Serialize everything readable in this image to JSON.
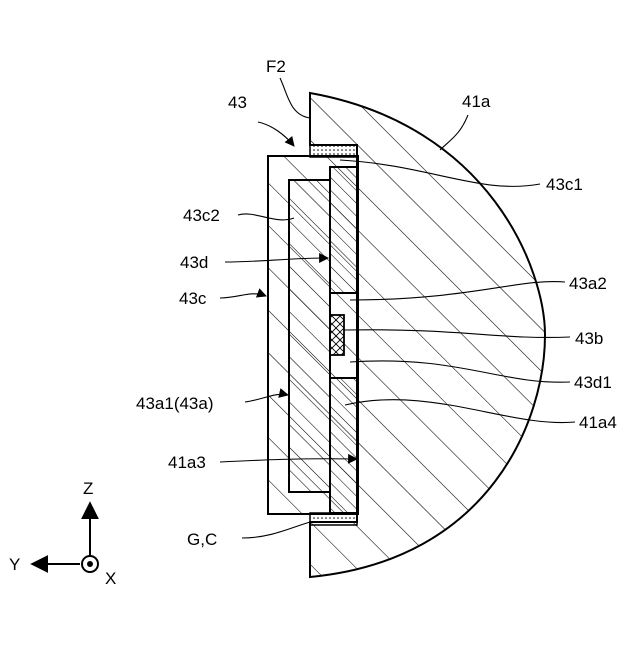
{
  "labels": {
    "F2": "F2",
    "n43": "43",
    "n41a": "41a",
    "n43c1": "43c1",
    "n43c2": "43c2",
    "n43d": "43d",
    "n43a2": "43a2",
    "n43c": "43c",
    "n43b": "43b",
    "n43d1": "43d1",
    "n43a1": "43a1(43a)",
    "n41a4": "41a4",
    "n41a3": "41a3",
    "GC": "G,C"
  },
  "axes": {
    "z": "Z",
    "y": "Y",
    "x": "X"
  }
}
